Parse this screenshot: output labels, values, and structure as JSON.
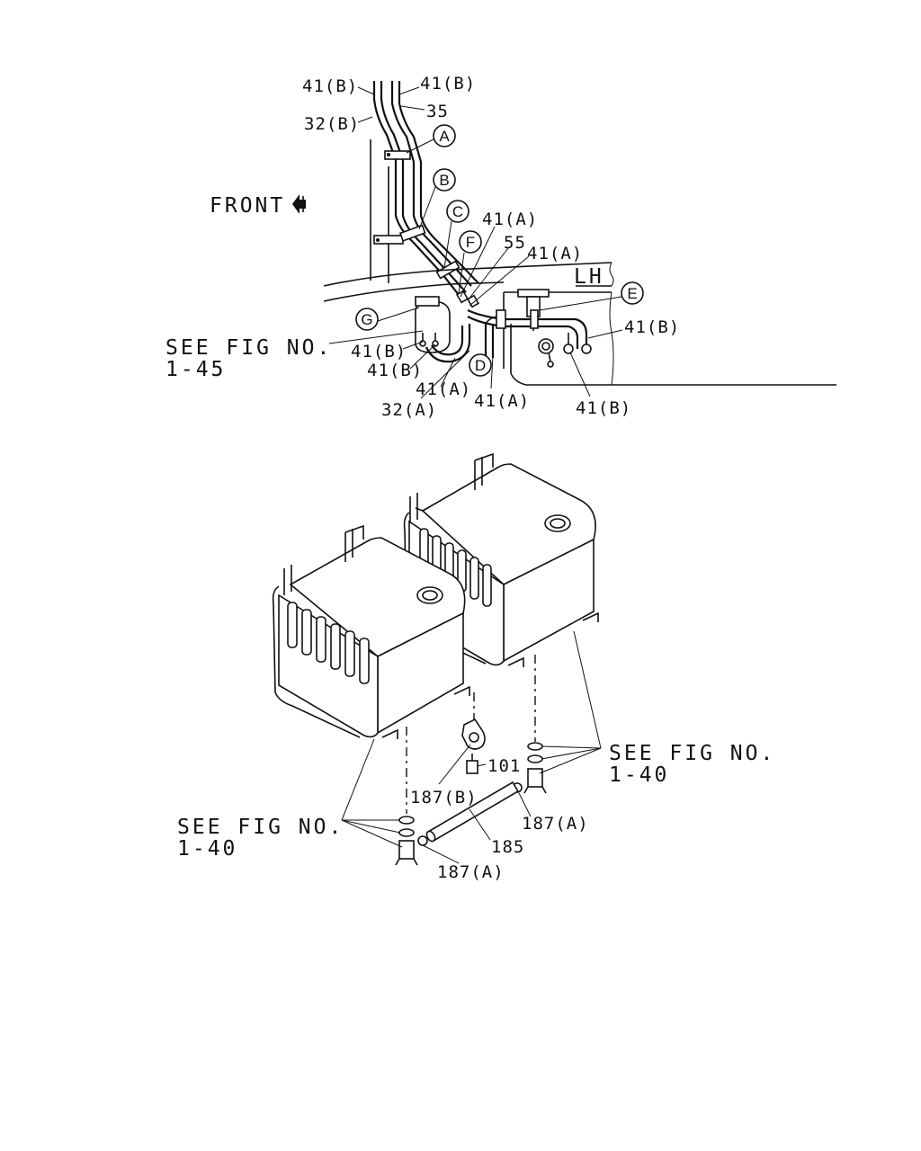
{
  "labels": {
    "front": "FRONT",
    "lh": "LH",
    "see_fig_top_a": "SEE FIG NO.",
    "see_fig_top_b": "1-45",
    "see_fig_left_a": "SEE FIG NO.",
    "see_fig_left_b": "1-40",
    "see_fig_right_a": "SEE FIG NO.",
    "see_fig_right_b": "1-40"
  },
  "callout_letters": [
    "A",
    "B",
    "C",
    "F",
    "E",
    "G",
    "D"
  ],
  "part_numbers": {
    "p41b_top_left": "41(B)",
    "p41b_top_right": "41(B)",
    "p35": "35",
    "p32b": "32(B)",
    "p41a_1": "41(A)",
    "p55": "55",
    "p41a_2": "41(A)",
    "p41b_right": "41(B)",
    "p41b_left1": "41(B)",
    "p41b_left2": "41(B)",
    "p41a_bottom": "41(A)",
    "p32a": "32(A)",
    "p41a_d": "41(A)",
    "p41b_bottom_right": "41(B)",
    "p101": "101",
    "p187b": "187(B)",
    "p187a_right": "187(A)",
    "p185": "185",
    "p187a_bottom": "187(A)"
  }
}
